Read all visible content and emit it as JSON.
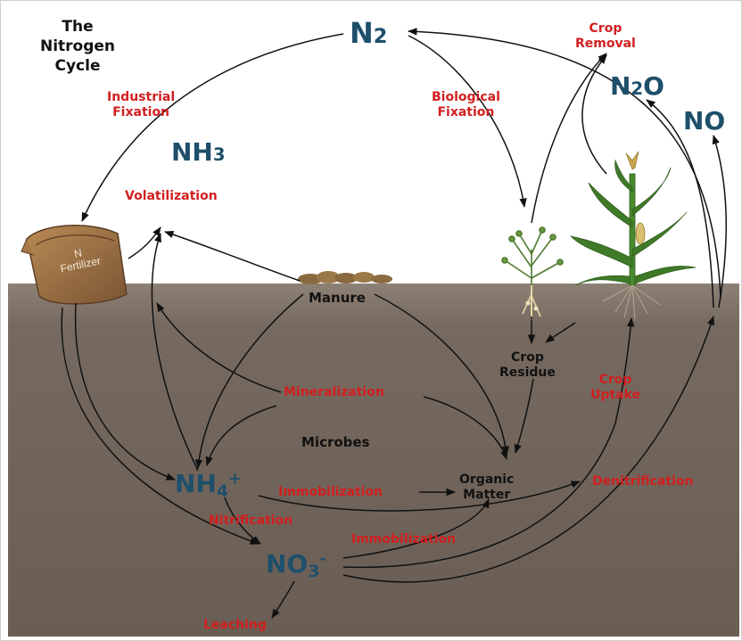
{
  "title": {
    "line1": "The",
    "line2": "Nitrogen",
    "line3": "Cycle"
  },
  "compounds": {
    "n2": {
      "base": "N",
      "sub": "2"
    },
    "n2o": {
      "base": "N",
      "sub": "2",
      "tail": "O"
    },
    "no": {
      "text": "NO"
    },
    "nh3": {
      "base": "NH",
      "sub": "3"
    },
    "nh4": {
      "base": "NH",
      "sub": "4",
      "sup": "+"
    },
    "no3": {
      "base": "NO",
      "sub": "3",
      "sup": "-"
    }
  },
  "processes": {
    "industrial_fixation": {
      "line1": "Industrial",
      "line2": "Fixation"
    },
    "biological_fixation": {
      "line1": "Biological",
      "line2": "Fixation"
    },
    "crop_removal": {
      "line1": "Crop",
      "line2": "Removal"
    },
    "volatilization": "Volatilization",
    "mineralization": "Mineralization",
    "immobilization_upper": "Immobilization",
    "immobilization_lower": "Immobilization",
    "nitrification": "Nitrification",
    "denitrification": "Denitrification",
    "crop_uptake": {
      "line1": "Crop",
      "line2": "Uptake"
    },
    "leaching": "Leaching"
  },
  "labels": {
    "manure": "Manure",
    "crop_residue": {
      "line1": "Crop",
      "line2": "Residue"
    },
    "microbes": "Microbes",
    "organic_matter": {
      "line1": "Organic",
      "line2": "Matter"
    }
  },
  "fertilizer_bag": {
    "line1": "N",
    "line2": "Fertilizer"
  },
  "colors": {
    "process_red": "#d21f1f",
    "compound_blue": "#1e4f6b",
    "soil": "#6e6258",
    "soil_top": "#8d8176"
  }
}
